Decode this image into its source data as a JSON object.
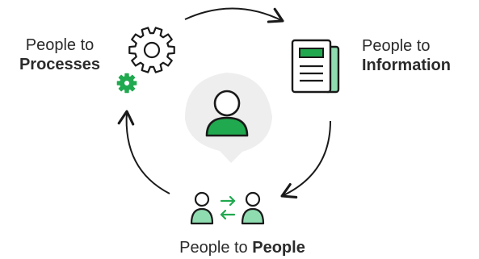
{
  "labels": {
    "processes": {
      "line1": "People to",
      "line2": "Processes"
    },
    "information": {
      "line1": "People to",
      "line2": "Information"
    },
    "people": {
      "prefix": "People to ",
      "bold": "People"
    }
  },
  "colors": {
    "green": "#21a94f",
    "green_light": "#8fdcb0",
    "green_mid": "#52c07a",
    "stroke": "#1a1a1a",
    "hub_bg": "#eeeeee"
  },
  "icons": {
    "center": "person-icon",
    "processes": "gear-icon",
    "information": "newspaper-icon",
    "people": "people-exchange-icon"
  }
}
